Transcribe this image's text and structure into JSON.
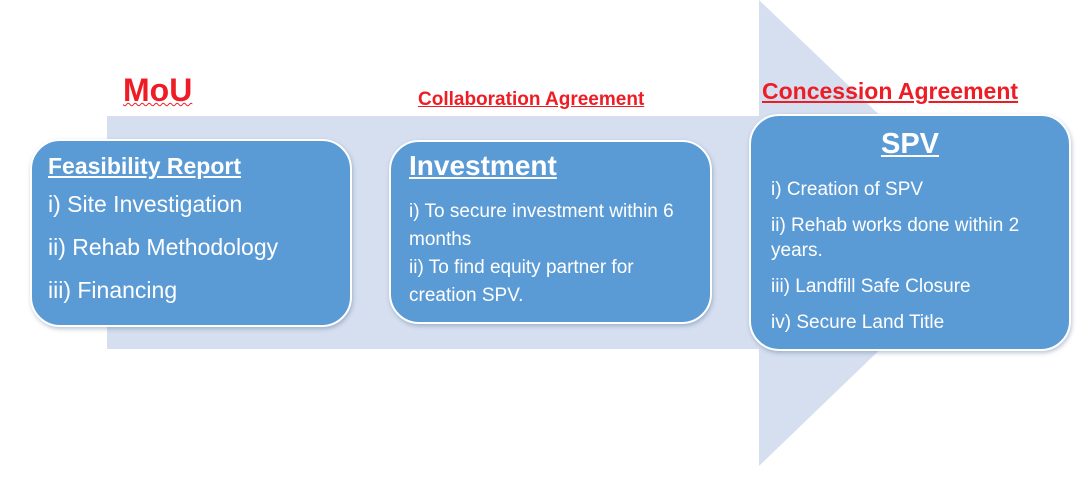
{
  "phases": {
    "mou": "MoU",
    "collaboration": "Collaboration Agreement",
    "concession": "Concession Agreement"
  },
  "boxes": {
    "feasibility": {
      "title": "Feasibility Report",
      "items": [
        "i) Site Investigation",
        "ii) Rehab Methodology",
        "iii) Financing"
      ]
    },
    "investment": {
      "title": "Investment",
      "items": [
        "i) To secure investment within 6 months",
        "ii) To find equity partner for creation SPV."
      ]
    },
    "spv": {
      "title": "SPV",
      "items": [
        "i) Creation of SPV",
        "ii) Rehab works done within 2 years.",
        "iii) Landfill Safe Closure",
        "iv) Secure Land Title"
      ]
    }
  },
  "colors": {
    "arrow": "#d5dff0",
    "box": "#5b9bd5",
    "label": "#ee1c24"
  }
}
